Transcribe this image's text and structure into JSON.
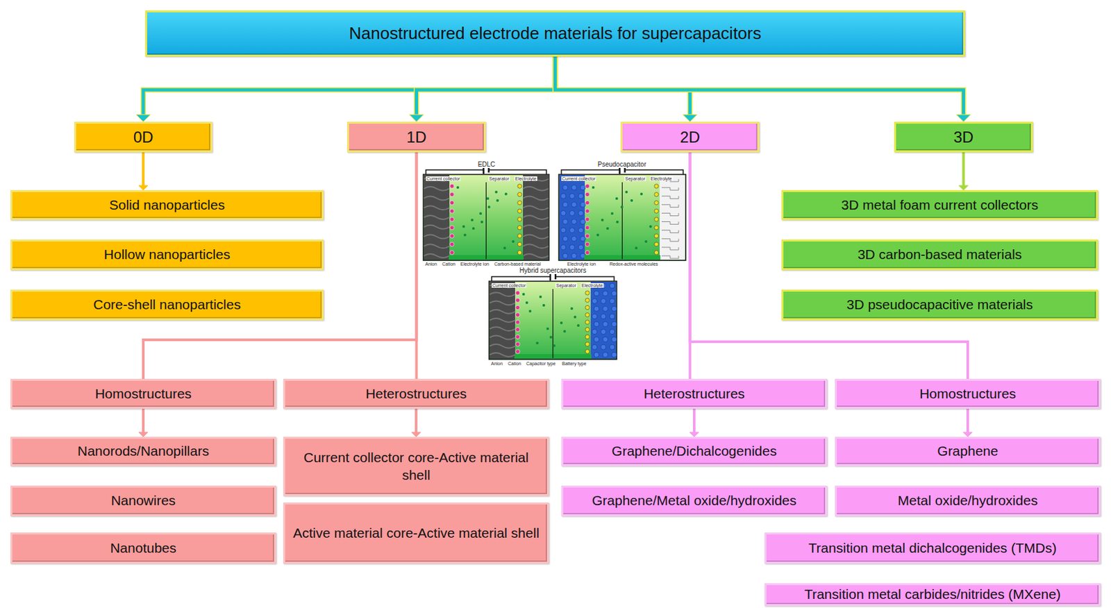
{
  "diagram": {
    "nodes": [
      {
        "text": [
          "Nanostructured electrode materials for supercapacitors"
        ]
      },
      {
        "text": [
          "0D"
        ]
      },
      {
        "text": [
          "1D"
        ]
      },
      {
        "text": [
          "2D"
        ]
      },
      {
        "text": [
          "3D"
        ]
      },
      {
        "text": [
          "Solid nanoparticles"
        ]
      },
      {
        "text": [
          "Hollow nanoparticles"
        ]
      },
      {
        "text": [
          "Core-shell nanoparticles"
        ]
      },
      {
        "text": [
          "Homostructures"
        ]
      },
      {
        "text": [
          "Heterostructures"
        ]
      },
      {
        "text": [
          "Nanorods/Nanopillars"
        ]
      },
      {
        "text": [
          "Nanowires"
        ]
      },
      {
        "text": [
          "Nanotubes"
        ]
      },
      {
        "text": [
          "Current collector core-Active material shell"
        ]
      },
      {
        "text": [
          "Active material core-Active material shell"
        ]
      },
      {
        "text": [
          "Heterostructures"
        ]
      },
      {
        "text": [
          "Homostructures"
        ]
      },
      {
        "text": [
          "Graphene/Dichalcogenides"
        ]
      },
      {
        "text": [
          "Graphene/Metal oxide/hydroxides"
        ]
      },
      {
        "text": [
          "Graphene"
        ]
      },
      {
        "text": [
          "Metal oxide/hydroxides"
        ]
      },
      {
        "text": [
          "Transition metal dichalcogenides (TMDs)"
        ]
      },
      {
        "text": [
          "Transition metal carbides/nitrides (MXene)"
        ]
      },
      {
        "text": [
          "3D metal foam current collectors"
        ]
      },
      {
        "text": [
          "3D carbon-based materials"
        ]
      },
      {
        "text": [
          "3D pseudocapacitive materials"
        ]
      }
    ],
    "edges": [
      {
        "from": 0,
        "to": 1,
        "arrow": "to"
      },
      {
        "from": 0,
        "to": 2,
        "arrow": "to"
      },
      {
        "from": 0,
        "to": 3,
        "arrow": "to"
      },
      {
        "from": 0,
        "to": 4,
        "arrow": "to"
      },
      {
        "from": 1,
        "to": 5,
        "arrow": "to"
      },
      {
        "from": 2,
        "to": 8,
        "arrow": "none"
      },
      {
        "from": 2,
        "to": 9,
        "arrow": "none"
      },
      {
        "from": 3,
        "to": 15,
        "arrow": "none"
      },
      {
        "from": 3,
        "to": 16,
        "arrow": "none"
      },
      {
        "from": 4,
        "to": 23,
        "arrow": "to"
      },
      {
        "from": 8,
        "to": 10,
        "arrow": "to"
      },
      {
        "from": 9,
        "to": 13,
        "arrow": "to"
      },
      {
        "from": 15,
        "to": 17,
        "arrow": "to"
      },
      {
        "from": 16,
        "to": 19,
        "arrow": "to"
      }
    ],
    "labels": [
      "EDLC",
      "Current collector",
      "Separator",
      "Electrolyte",
      "Anion",
      "Cation",
      "Electrolyte ion",
      "Carbon-based material",
      "Pseudocapacitor",
      "Current collector",
      "Separator",
      "Electrolyte",
      "Electrolyte ion",
      "Redox-active molecules",
      "Hybrid supercapacitors",
      "Current collector",
      "Separator",
      "Electrolyte",
      "Anion",
      "Cation",
      "Capacitor type",
      "Battery type"
    ]
  }
}
